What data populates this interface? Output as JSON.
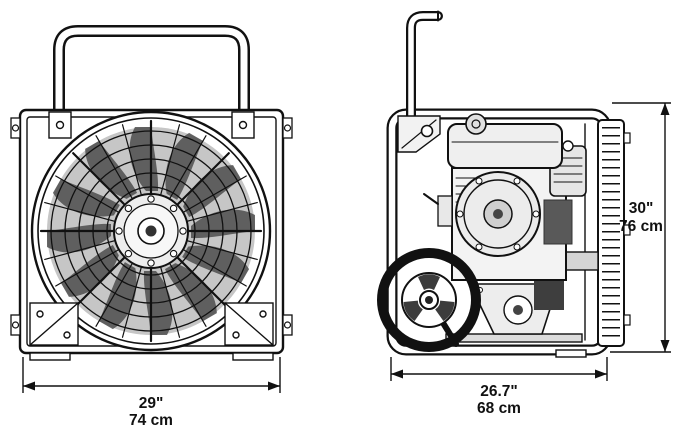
{
  "diagram": {
    "dimensions": {
      "front_width": {
        "inches": "29\"",
        "cm": "74 cm"
      },
      "side_depth": {
        "inches": "26.7\"",
        "cm": "68 cm"
      },
      "height": {
        "inches": "30\"",
        "cm": "76 cm"
      }
    },
    "colors": {
      "line": "#111111",
      "background": "#ffffff"
    }
  }
}
